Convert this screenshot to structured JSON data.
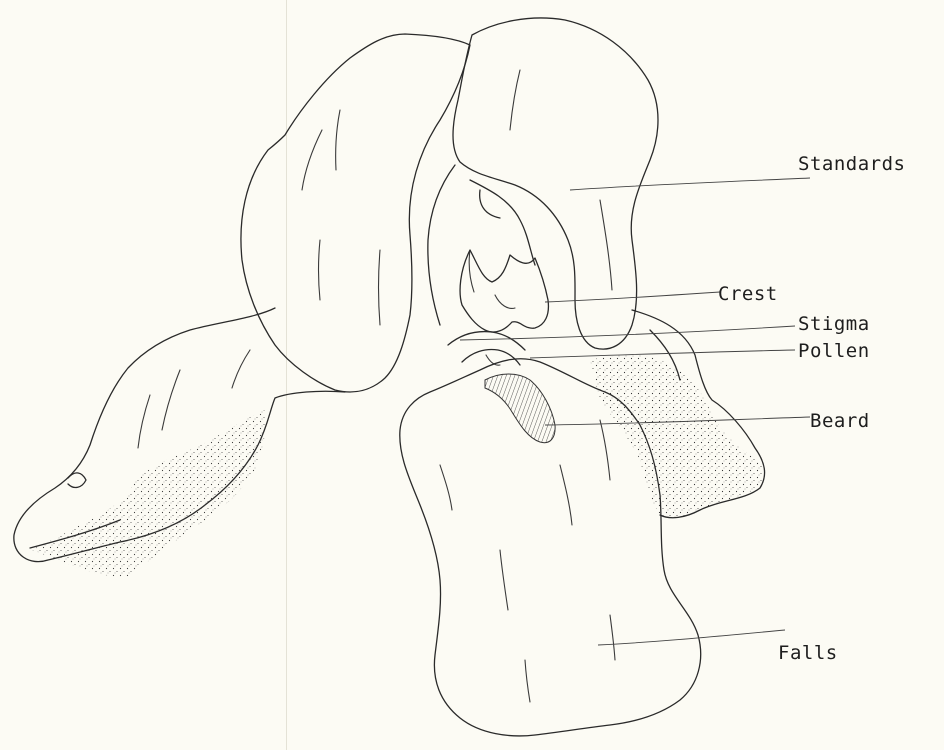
{
  "diagram": {
    "labels": {
      "standards": "Standards",
      "crest": "Crest",
      "stigma": "Stigma",
      "pollen": "Pollen",
      "beard": "Beard",
      "falls": "Falls"
    }
  }
}
